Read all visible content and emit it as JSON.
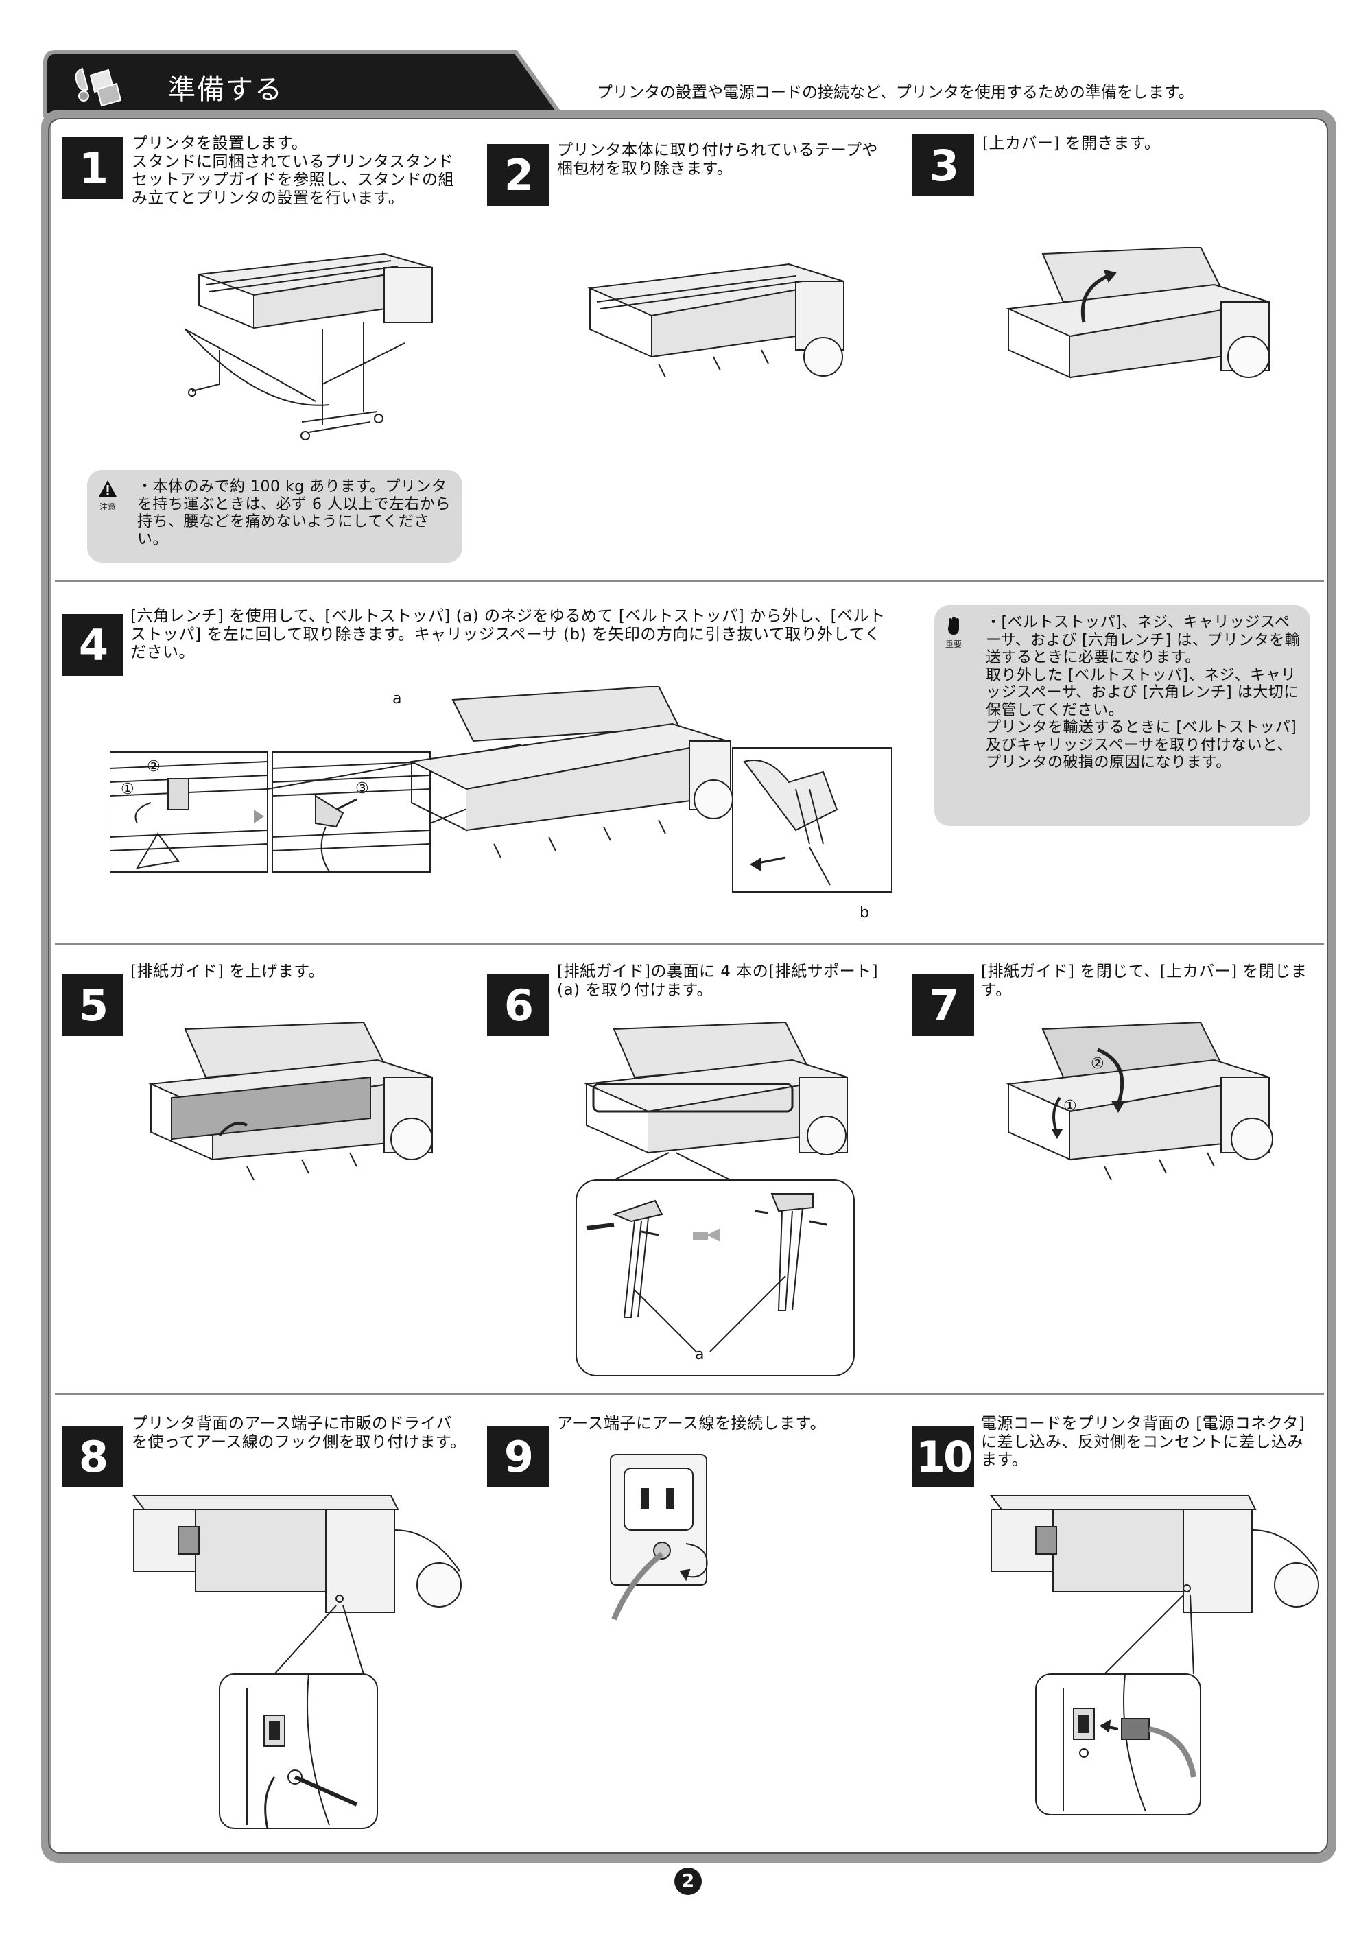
{
  "header": {
    "title": "準備する",
    "description": "プリンタの設置や電源コードの接続など、プリンタを使用するための準備をします。"
  },
  "steps": [
    {
      "number": "1",
      "text": "プリンタを設置します。\nスタンドに同梱されているプリンタスタンドセットアップガイドを参照し、スタンドの組み立てとプリンタの設置を行います。"
    },
    {
      "number": "2",
      "text": "プリンタ本体に取り付けられているテープや梱包材を取り除きます。"
    },
    {
      "number": "3",
      "text": "[上カバー] を開きます。"
    },
    {
      "number": "4",
      "text": "[六角レンチ] を使用して、[ベルトストッパ] (a) のネジをゆるめて [ベルトストッパ] から外し、[ベルトストッパ] を左に回して取り除きます。キャリッジスペーサ (b) を矢印の方向に引き抜いて取り外してください。"
    },
    {
      "number": "5",
      "text": "[排紙ガイド] を上げます。"
    },
    {
      "number": "6",
      "text": "[排紙ガイド]の裏面に 4 本の[排紙サポート] (a) を取り付けます。"
    },
    {
      "number": "7",
      "text": "[排紙ガイド] を閉じて、[上カバー] を閉じます。"
    },
    {
      "number": "8",
      "text": "プリンタ背面のアース端子に市販のドライバを使ってアース線のフック側を取り付けます。"
    },
    {
      "number": "9",
      "text": "アース端子にアース線を接続します。"
    },
    {
      "number": "10",
      "text": "電源コードをプリンタ背面の [電源コネクタ] に差し込み、反対側をコンセントに差し込みます。"
    }
  ],
  "caution": {
    "icon_label": "注意",
    "text": "・本体のみで約 100 kg あります。プリンタを持ち運ぶときは、必ず 6 人以上で左右から持ち、腰などを痛めないようにしてください。"
  },
  "important": {
    "icon_label": "重要",
    "text": "・[ベルトストッパ]、ネジ、キャリッジスペーサ、および [六角レンチ] は、プリンタを輸送するときに必要になります。\n取り外した [ベルトストッパ]、ネジ、キャリッジスペーサ、および [六角レンチ] は大切に保管してください。\nプリンタを輸送するときに [ベルトストッパ] 及びキャリッジスペーサを取り付けないと、プリンタの破損の原因になります。"
  },
  "figure_labels": {
    "step4_a": "a",
    "step4_b": "b",
    "step4_c1": "①",
    "step4_c2": "②",
    "step4_c3": "③",
    "step6_a": "a",
    "step7_c1": "①",
    "step7_c2": "②"
  },
  "page_number": "2",
  "colors": {
    "frame": "#9a9a9a",
    "header_tab": "#1a1a1a",
    "note_bg": "#d9d9d9",
    "step_badge": "#1a1a1a"
  }
}
